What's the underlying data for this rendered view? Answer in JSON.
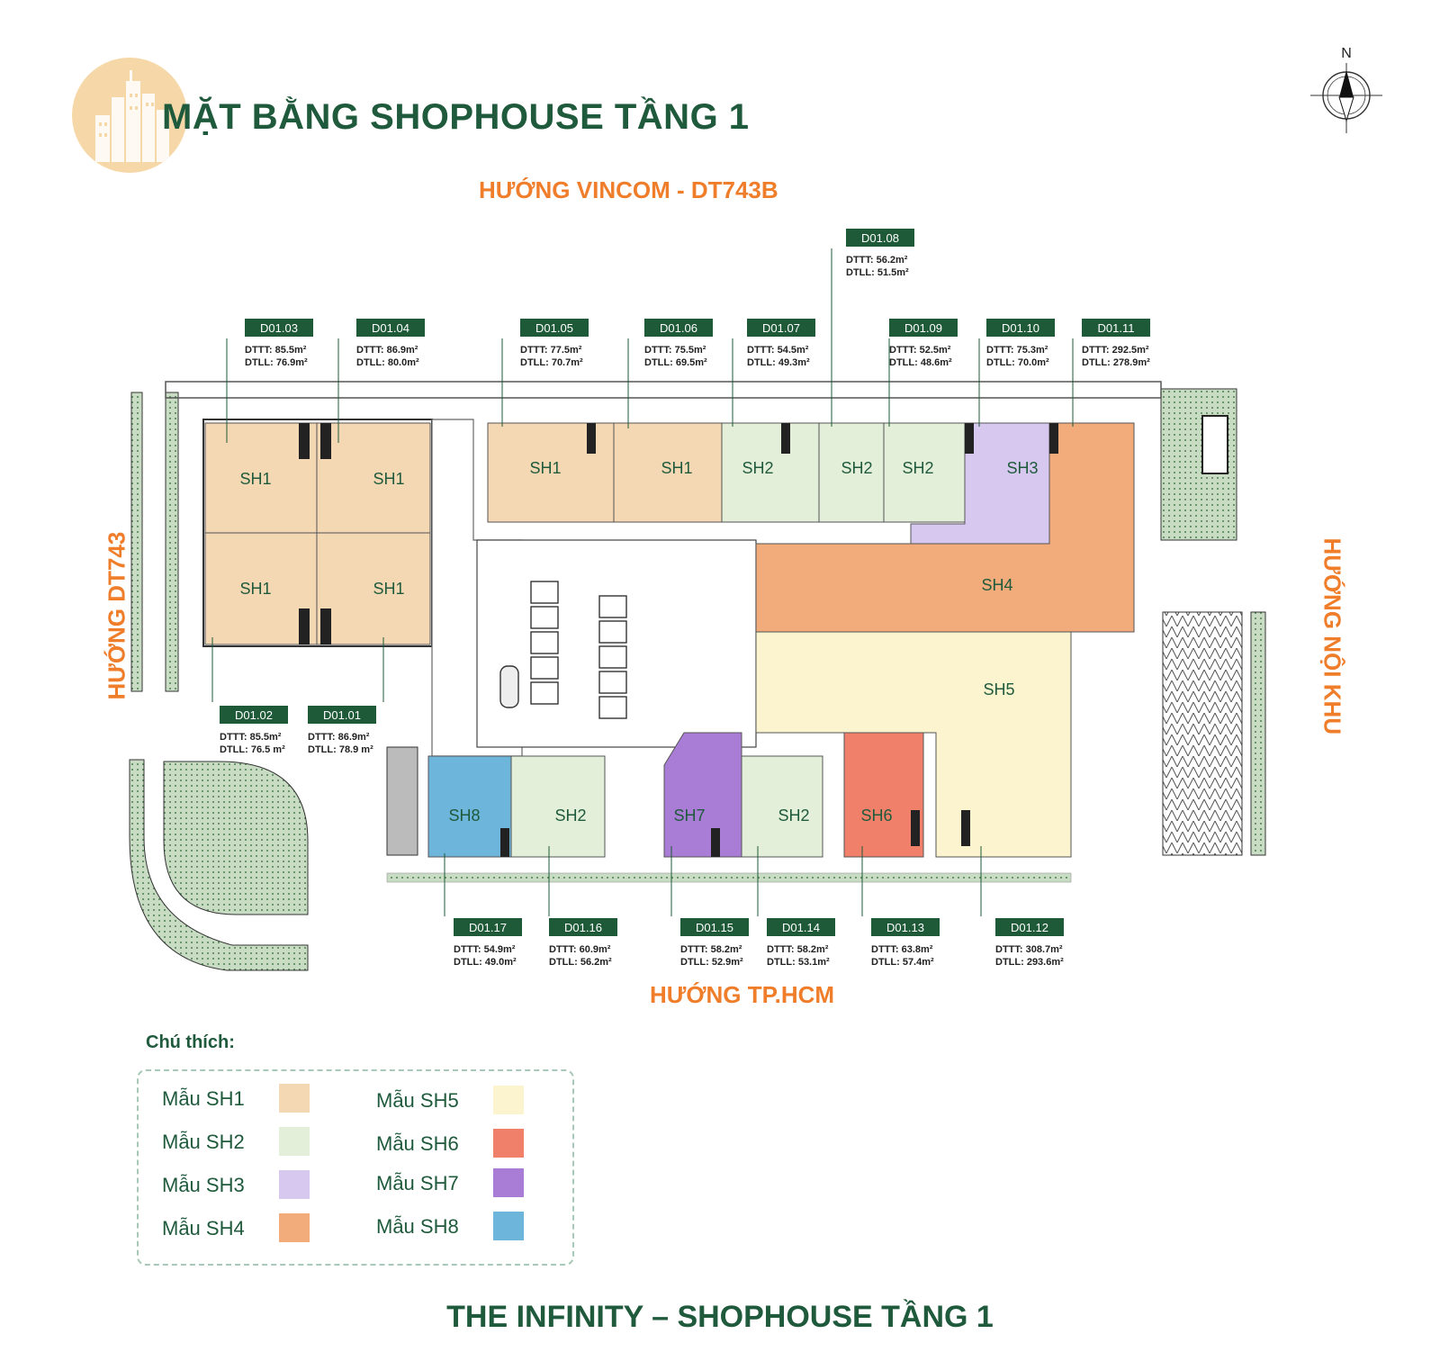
{
  "title": "MẶT BẰNG SHOPHOUSE TẦNG 1",
  "directions": {
    "top": "HƯỚNG VINCOM - DT743B",
    "bottom": "HƯỚNG TP.HCM",
    "left": "HƯỚNG DT743",
    "right": "HƯỚNG NỘI KHU"
  },
  "compass_label": "N",
  "units": [
    {
      "code": "D01.01",
      "dttt": "DTTT: 86.9m²",
      "dtll": "DTLL: 78.9 m²"
    },
    {
      "code": "D01.02",
      "dttt": "DTTT: 85.5m²",
      "dtll": "DTLL: 76.5 m²"
    },
    {
      "code": "D01.03",
      "dttt": "DTTT: 85.5m²",
      "dtll": "DTLL: 76.9m²"
    },
    {
      "code": "D01.04",
      "dttt": "DTTT: 86.9m²",
      "dtll": "DTLL: 80.0m²"
    },
    {
      "code": "D01.05",
      "dttt": "DTTT: 77.5m²",
      "dtll": "DTLL: 70.7m²"
    },
    {
      "code": "D01.06",
      "dttt": "DTTT: 75.5m²",
      "dtll": "DTLL: 69.5m²"
    },
    {
      "code": "D01.07",
      "dttt": "DTTT: 54.5m²",
      "dtll": "DTLL: 49.3m²"
    },
    {
      "code": "D01.08",
      "dttt": "DTTT: 56.2m²",
      "dtll": "DTLL: 51.5m²"
    },
    {
      "code": "D01.09",
      "dttt": "DTTT: 52.5m²",
      "dtll": "DTLL: 48.6m²"
    },
    {
      "code": "D01.10",
      "dttt": "DTTT: 75.3m²",
      "dtll": "DTLL: 70.0m²"
    },
    {
      "code": "D01.11",
      "dttt": "DTTT: 292.5m²",
      "dtll": "DTLL: 278.9m²"
    },
    {
      "code": "D01.12",
      "dttt": "DTTT: 308.7m²",
      "dtll": "DTLL: 293.6m²"
    },
    {
      "code": "D01.13",
      "dttt": "DTTT: 63.8m²",
      "dtll": "DTLL: 57.4m²"
    },
    {
      "code": "D01.14",
      "dttt": "DTTT: 58.2m²",
      "dtll": "DTLL: 53.1m²"
    },
    {
      "code": "D01.15",
      "dttt": "DTTT: 58.2m²",
      "dtll": "DTLL: 52.9m²"
    },
    {
      "code": "D01.16",
      "dttt": "DTTT: 60.9m²",
      "dtll": "DTLL: 56.2m²"
    },
    {
      "code": "D01.17",
      "dttt": "DTTT: 54.9m²",
      "dtll": "DTLL: 49.0m²"
    }
  ],
  "rooms": [
    "SH1",
    "SH1",
    "SH1",
    "SH1",
    "SH1",
    "SH1",
    "SH2",
    "SH2",
    "SH2",
    "SH3",
    "SH4",
    "SH5",
    "SH8",
    "SH2",
    "SH7",
    "SH2",
    "SH6"
  ],
  "legend": {
    "title": "Chú thích:",
    "items": [
      {
        "label": "Mẫu SH1",
        "color": "#f4d8b3"
      },
      {
        "label": "Mẫu SH2",
        "color": "#e3efd9"
      },
      {
        "label": "Mẫu SH3",
        "color": "#d7c8f0"
      },
      {
        "label": "Mẫu SH4",
        "color": "#f2ab7a"
      },
      {
        "label": "Mẫu SH5",
        "color": "#fcf3cf"
      },
      {
        "label": "Mẫu SH6",
        "color": "#f0806a"
      },
      {
        "label": "Mẫu SH7",
        "color": "#a97cd6"
      },
      {
        "label": "Mẫu SH8",
        "color": "#6eb5db"
      }
    ]
  },
  "footer": "THE INFINITY – SHOPHOUSE TẦNG 1",
  "colors": {
    "brand_green": "#1f5a3c",
    "accent_orange": "#ef7d2a",
    "tag_green": "#1e5a38"
  }
}
